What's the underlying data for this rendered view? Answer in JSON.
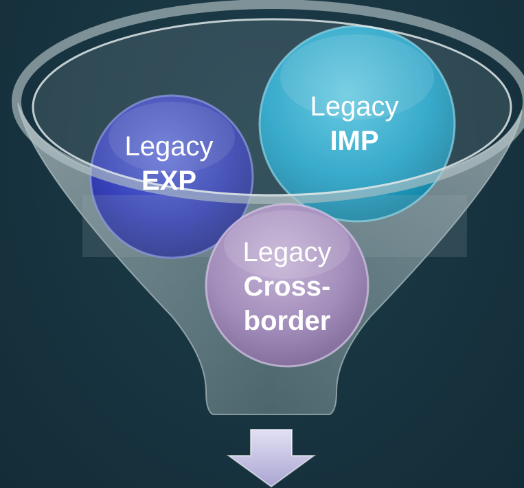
{
  "colors": {
    "background": "#17333f",
    "funnel": "#9fb3b6",
    "exp_circle": "#3540b8",
    "imp_circle": "#22a9d0",
    "crossborder_circle": "#a98fc0",
    "arrow": "#c9c6e6"
  },
  "circles": [
    {
      "name": "exp",
      "line1": "Legacy",
      "line2": "EXP"
    },
    {
      "name": "imp",
      "line1": "Legacy",
      "line2": "IMP"
    },
    {
      "name": "crossborder",
      "line1": "Legacy",
      "line2": "Cross-",
      "line3": "border"
    }
  ],
  "arrow": {
    "icon": "down-arrow-icon"
  }
}
